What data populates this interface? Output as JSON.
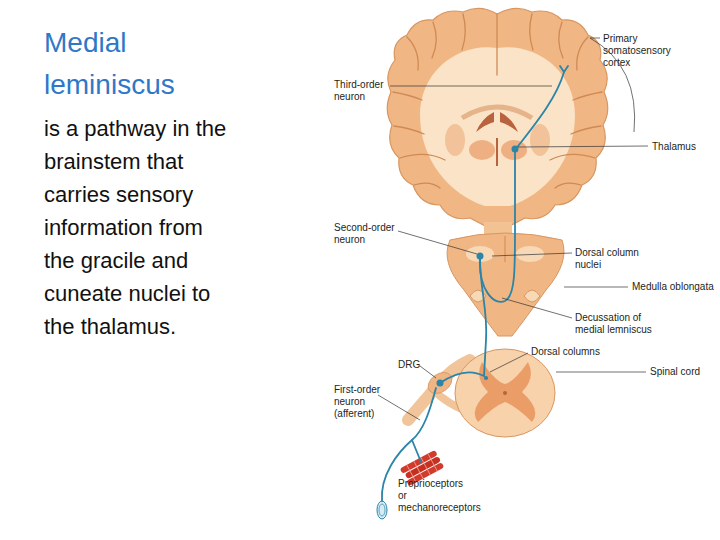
{
  "diagram": {
    "title": "Medial leminiscus",
    "labels": [
      "is a pathway in the brainstem that carries sensory information from the gracile and cuneate nuclei to the thalamus.",
      "Primary somatosensory cortex",
      "Third-order neuron",
      "Thalamus",
      "Second-order neuron",
      "Dorsal column nuclei",
      "Medulla oblongata",
      "Decussation of medial lemniscus",
      "Dorsal columns",
      "Spinal cord",
      "DRG",
      "First-order neuron (afferent)",
      "Proprioceptors or mechanoreceptors"
    ]
  }
}
